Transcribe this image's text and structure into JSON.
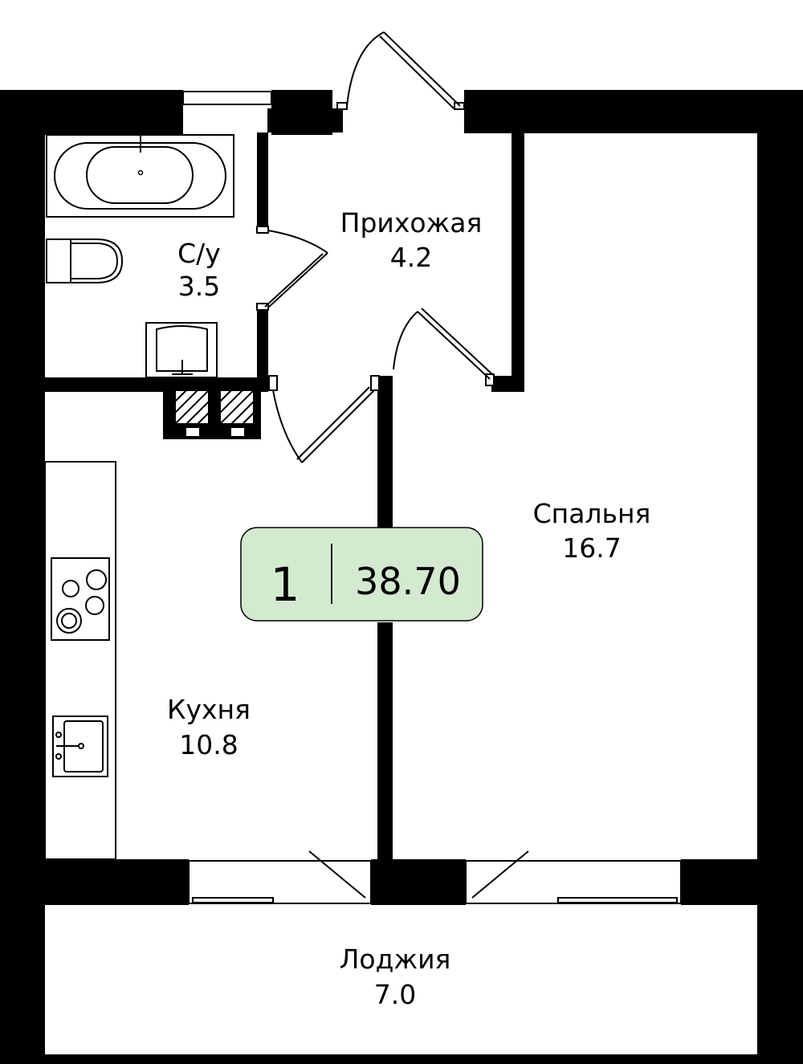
{
  "rooms": {
    "bathroom": {
      "name": "С/у",
      "area": "3.5"
    },
    "hallway": {
      "name": "Прихожая",
      "area": "4.2"
    },
    "bedroom": {
      "name": "Спальня",
      "area": "16.7"
    },
    "kitchen": {
      "name": "Кухня",
      "area": "10.8"
    },
    "loggia": {
      "name": "Лоджия",
      "area": "7.0"
    }
  },
  "badge": {
    "rooms_count": "1",
    "total_area": "38.70"
  },
  "colors": {
    "wall": "#000000",
    "badge_fill": "#d4ead0",
    "background": "#ffffff"
  }
}
